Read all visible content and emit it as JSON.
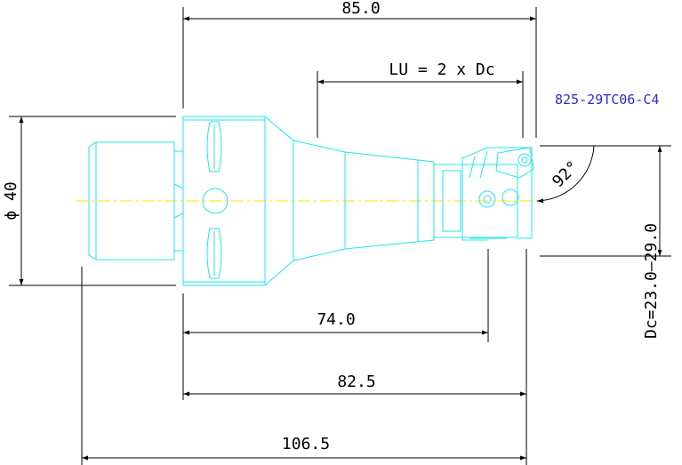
{
  "drawing": {
    "part_number": "825-29TC06-C4",
    "dimensions": {
      "overall_top": "85.0",
      "usable_length": "LU = 2 x Dc",
      "shank_diameter": "ϕ 40",
      "reach_74": "74.0",
      "reach_82": "82.5",
      "overall_length": "106.5",
      "cutting_diameter": "Dc=23.0–29.0",
      "lead_angle": "92°"
    },
    "colors": {
      "outline": "#22e5f2",
      "dimension": "#000000",
      "centerline": "#ffe200",
      "label": "#2b2bd6"
    }
  }
}
